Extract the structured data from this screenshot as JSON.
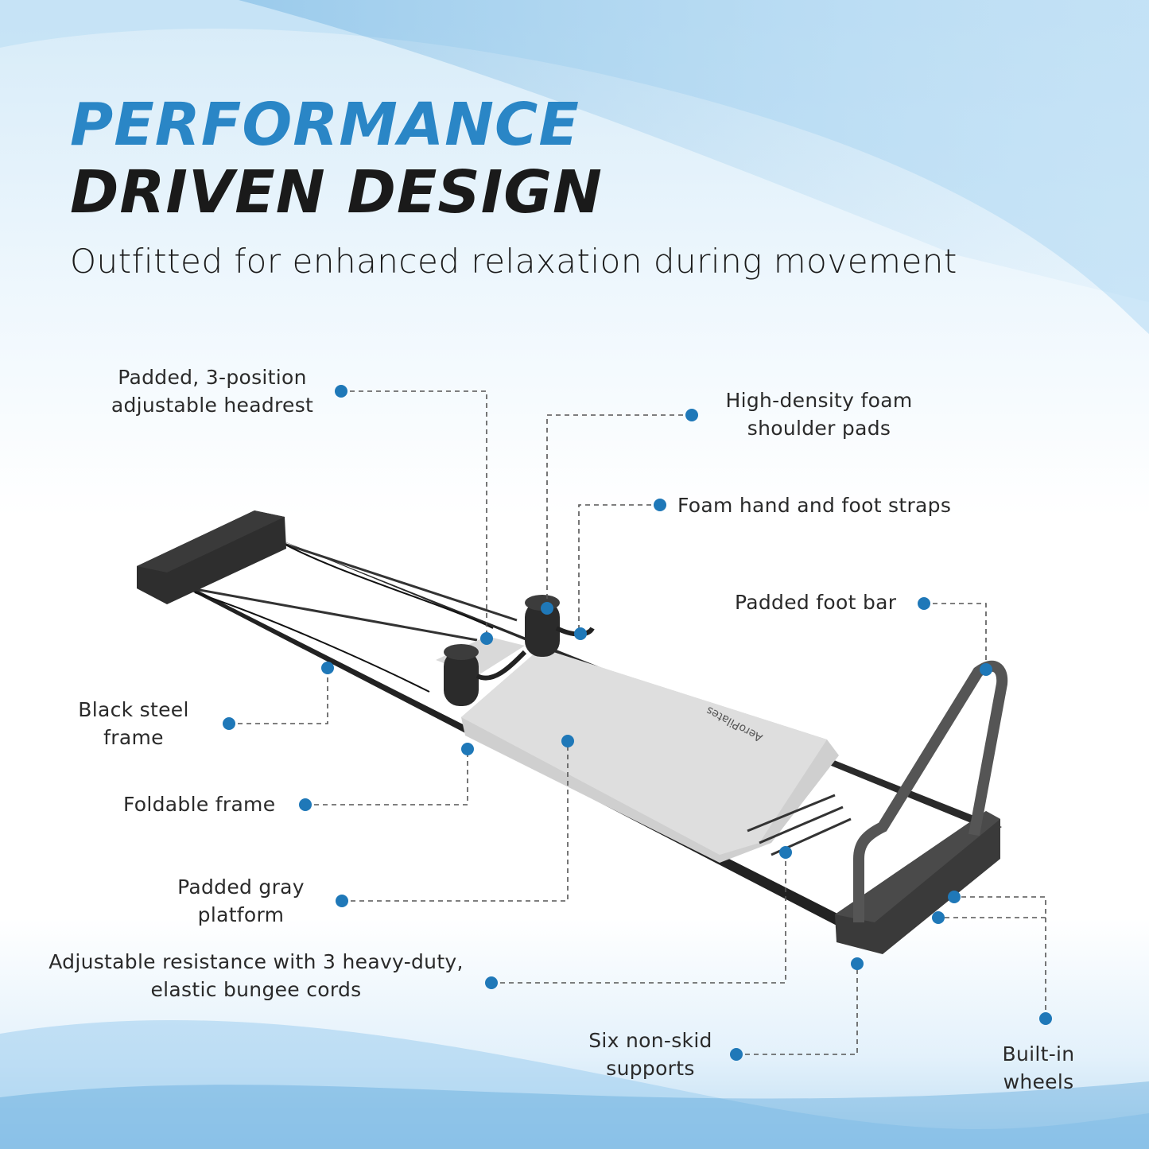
{
  "header": {
    "title_line1": "PERFORMANCE",
    "title_line2": "DRIVEN DESIGN",
    "subtitle": "Outfitted for enhanced relaxation during movement"
  },
  "product": {
    "brand_mark": "AeroPilates"
  },
  "colors": {
    "accent": "#2a86c6",
    "title_dark": "#1a1a1a",
    "callout_dot": "#1f78b8"
  },
  "callouts": [
    {
      "line1": "Padded, 3-position",
      "line2": "adjustable headrest"
    },
    {
      "line1": "High-density foam",
      "line2": "shoulder pads"
    },
    {
      "line1": "Foam hand and foot straps",
      "line2": ""
    },
    {
      "line1": "Padded foot bar",
      "line2": ""
    },
    {
      "line1": "Black steel",
      "line2": "frame"
    },
    {
      "line1": "Foldable frame",
      "line2": ""
    },
    {
      "line1": "Padded gray",
      "line2": "platform"
    },
    {
      "line1": "Adjustable resistance with 3 heavy-duty,",
      "line2": "elastic bungee cords"
    },
    {
      "line1": "Six non-skid",
      "line2": "supports"
    },
    {
      "line1": "Built-in",
      "line2": "wheels"
    }
  ]
}
